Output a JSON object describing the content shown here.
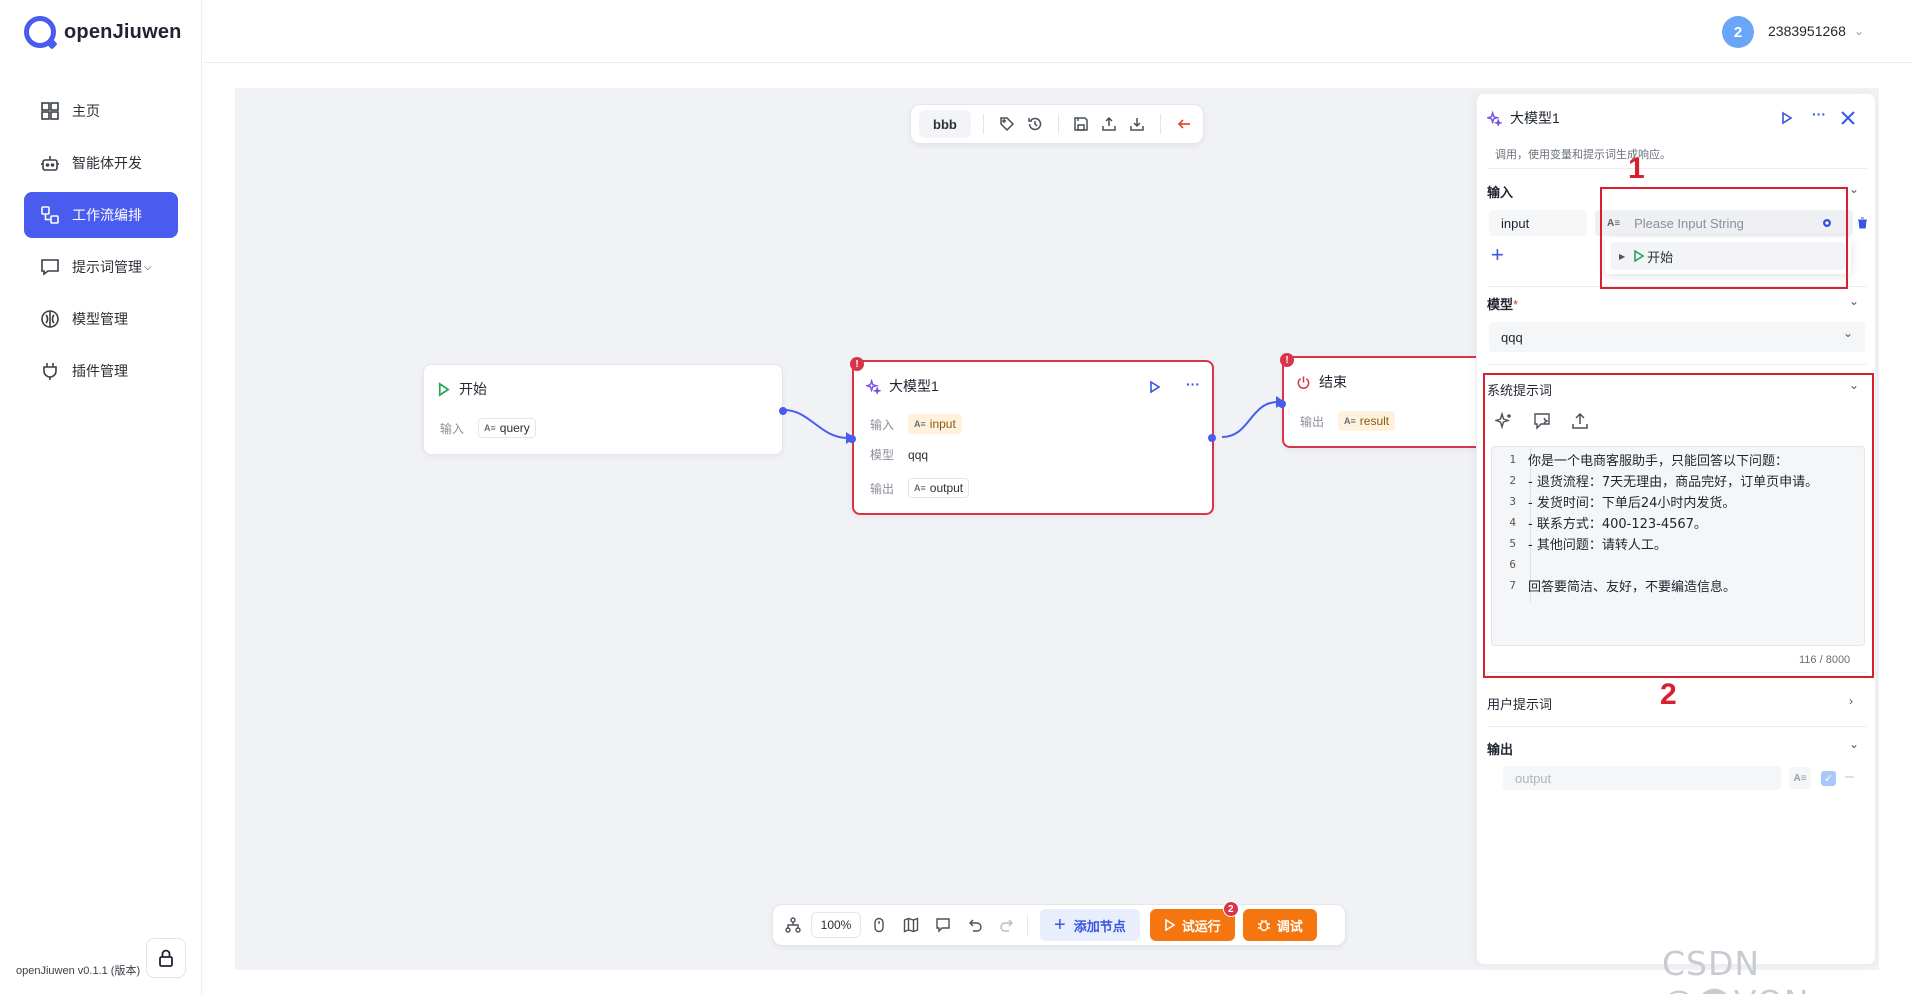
{
  "app": {
    "name": "openJiuwen",
    "version": "openJiuwen v0.1.1 (版本)"
  },
  "sidebar": {
    "items": [
      {
        "label": "主页",
        "icon": "grid-icon"
      },
      {
        "label": "智能体开发",
        "icon": "robot-icon"
      },
      {
        "label": "工作流编排",
        "icon": "workflow-icon",
        "active": true
      },
      {
        "label": "提示词管理",
        "icon": "chat-icon",
        "has_chevron": true
      },
      {
        "label": "模型管理",
        "icon": "brain-icon"
      },
      {
        "label": "插件管理",
        "icon": "plug-icon"
      }
    ]
  },
  "header": {
    "avatar_letter": "2",
    "username": "2383951268"
  },
  "top_toolbar": {
    "workflow_name": "bbb"
  },
  "nodes": {
    "start": {
      "title": "开始",
      "input_label": "输入",
      "input_var": "query"
    },
    "llm": {
      "title": "大模型1",
      "input_label": "输入",
      "input_var": "input",
      "model_label": "模型",
      "model_value": "qqq",
      "output_label": "输出",
      "output_var": "output",
      "error_mark": "!"
    },
    "end": {
      "title": "结束",
      "output_label": "输出",
      "output_var": "result",
      "error_mark": "!"
    }
  },
  "bottom_toolbar": {
    "zoom": "100%",
    "add_node_label": "添加节点",
    "trial_run_label": "试运行",
    "trial_run_badge": "2",
    "debug_label": "调试"
  },
  "panel": {
    "title": "大模型1",
    "description": "调用，使用变量和提示词生成响应。",
    "input_section": "输入",
    "input_name": "input",
    "input_value_placeholder": "Please Input String",
    "dropdown_option": "开始",
    "model_section": "模型",
    "model_required": "*",
    "model_value": "qqq",
    "system_prompt_section": "系统提示词",
    "system_prompt_lines": [
      "你是一个电商客服助手，只能回答以下问题：",
      "- 退货流程：7天无理由，商品完好，订单页申请。",
      "- 发货时间：下单后24小时内发货。",
      "- 联系方式：400-123-4567。",
      "- 其他问题：请转人工。",
      "",
      "回答要简洁、友好，不要编造信息。"
    ],
    "char_count": "116 / 8000",
    "user_prompt_section": "用户提示词",
    "output_section": "输出",
    "output_name": "output"
  },
  "annotations": {
    "box1_label": "1",
    "box2_label": "2"
  },
  "watermark": "CSDN @⬤VON",
  "colors": {
    "accent": "#4a5cf0",
    "error": "#d8344a",
    "orange": "#f5760f",
    "annotation_red": "#d8202f"
  }
}
